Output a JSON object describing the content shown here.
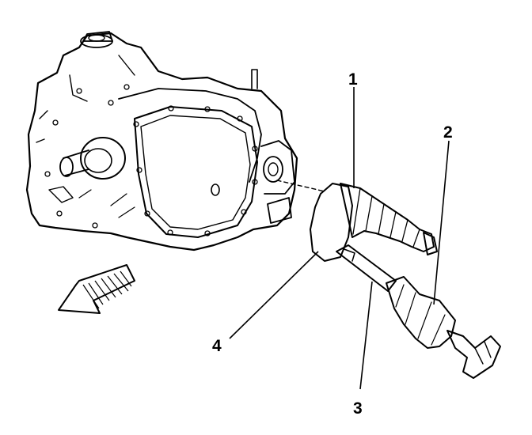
{
  "callouts": [
    {
      "id": "1",
      "label": "1"
    },
    {
      "id": "2",
      "label": "2"
    },
    {
      "id": "3",
      "label": "3"
    },
    {
      "id": "4",
      "label": "4"
    }
  ],
  "direction_arrow": "front-arrow-icon",
  "colors": {
    "ink": "#000000",
    "paper": "#ffffff",
    "stipple": "#9a9a9a"
  }
}
